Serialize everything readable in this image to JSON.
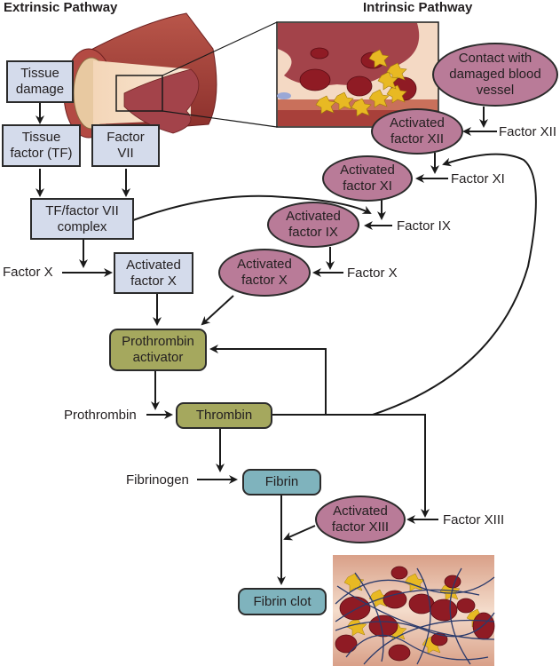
{
  "headings": {
    "extrinsic": "Extrinsic Pathway",
    "intrinsic": "Intrinsic Pathway"
  },
  "extrinsic_nodes": {
    "tissue_damage": "Tissue\ndamage",
    "tissue_factor": "Tissue\nfactor (TF)",
    "factor_vii": "Factor\nVII",
    "tf_vii_complex": "TF/factor VII\ncomplex",
    "activated_factor_x": "Activated\nfactor X"
  },
  "intrinsic_nodes": {
    "contact": "Contact with\ndamaged blood\nvessel",
    "activated_xii": "Activated\nfactor XII",
    "activated_xi": "Activated\nfactor XI",
    "activated_ix": "Activated\nfactor IX",
    "activated_x": "Activated\nfactor X"
  },
  "common_nodes": {
    "prothrombin_activator": "Prothrombin\nactivator",
    "thrombin": "Thrombin",
    "fibrin": "Fibrin",
    "activated_xiii": "Activated\nfactor XIII",
    "fibrin_clot": "Fibrin clot"
  },
  "input_labels": {
    "factor_x_left": "Factor X",
    "factor_xii": "Factor XII",
    "factor_xi": "Factor XI",
    "factor_ix": "Factor IX",
    "factor_x_right": "Factor X",
    "prothrombin": "Prothrombin",
    "fibrinogen": "Fibrinogen",
    "factor_xiii": "Factor XIII"
  },
  "colors": {
    "extrinsic_box": "#d4dbeb",
    "intrinsic_ellipse": "#b97b98",
    "common_olive": "#a5a85e",
    "fibrin_teal": "#7fb3bd",
    "vessel_red": "#a8403a",
    "platelet_yellow": "#e8b923",
    "fibrin_strand": "#2a3a6b"
  }
}
